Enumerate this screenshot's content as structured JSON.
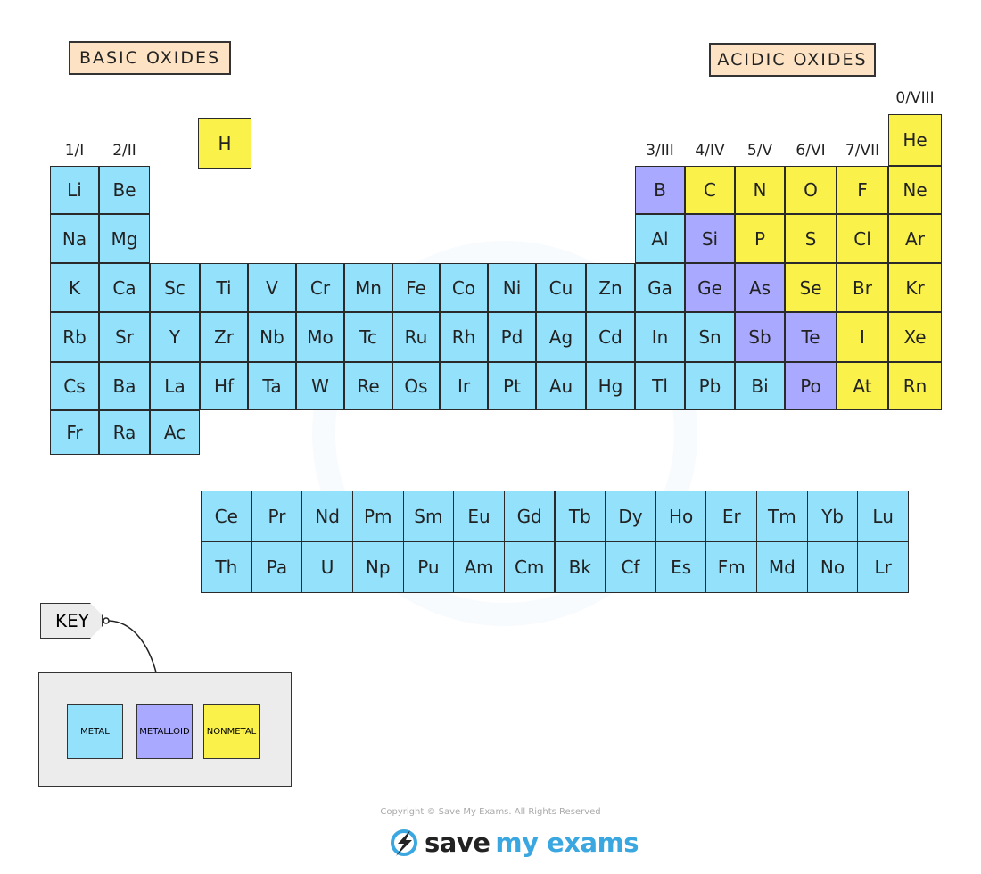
{
  "labels": {
    "basic": "BASIC OXIDES",
    "acidic": "ACIDIC OXIDES"
  },
  "group_labels": [
    {
      "text": "1/I",
      "col": 1
    },
    {
      "text": "2/II",
      "col": 2
    },
    {
      "text": "3/III",
      "col": 13
    },
    {
      "text": "4/IV",
      "col": 14
    },
    {
      "text": "5/V",
      "col": 15
    },
    {
      "text": "6/VI",
      "col": 16
    },
    {
      "text": "7/VII",
      "col": 17
    },
    {
      "text": "0/VIII",
      "col": 18
    }
  ],
  "hydrogen": {
    "s": "H",
    "t": "nonmetal"
  },
  "main_rows": [
    [
      null,
      null,
      null,
      null,
      null,
      null,
      null,
      null,
      null,
      null,
      null,
      null,
      null,
      null,
      null,
      null,
      null,
      {
        "s": "He",
        "t": "nonmetal"
      }
    ],
    [
      {
        "s": "Li",
        "t": "metal"
      },
      {
        "s": "Be",
        "t": "metal"
      },
      null,
      null,
      null,
      null,
      null,
      null,
      null,
      null,
      null,
      null,
      {
        "s": "B",
        "t": "metalloid"
      },
      {
        "s": "C",
        "t": "nonmetal"
      },
      {
        "s": "N",
        "t": "nonmetal"
      },
      {
        "s": "O",
        "t": "nonmetal"
      },
      {
        "s": "F",
        "t": "nonmetal"
      },
      {
        "s": "Ne",
        "t": "nonmetal"
      }
    ],
    [
      {
        "s": "Na",
        "t": "metal"
      },
      {
        "s": "Mg",
        "t": "metal"
      },
      null,
      null,
      null,
      null,
      null,
      null,
      null,
      null,
      null,
      null,
      {
        "s": "Al",
        "t": "metal"
      },
      {
        "s": "Si",
        "t": "metalloid"
      },
      {
        "s": "P",
        "t": "nonmetal"
      },
      {
        "s": "S",
        "t": "nonmetal"
      },
      {
        "s": "Cl",
        "t": "nonmetal"
      },
      {
        "s": "Ar",
        "t": "nonmetal"
      }
    ],
    [
      {
        "s": "K",
        "t": "metal"
      },
      {
        "s": "Ca",
        "t": "metal"
      },
      {
        "s": "Sc",
        "t": "metal"
      },
      {
        "s": "Ti",
        "t": "metal"
      },
      {
        "s": "V",
        "t": "metal"
      },
      {
        "s": "Cr",
        "t": "metal"
      },
      {
        "s": "Mn",
        "t": "metal"
      },
      {
        "s": "Fe",
        "t": "metal"
      },
      {
        "s": "Co",
        "t": "metal"
      },
      {
        "s": "Ni",
        "t": "metal"
      },
      {
        "s": "Cu",
        "t": "metal"
      },
      {
        "s": "Zn",
        "t": "metal"
      },
      {
        "s": "Ga",
        "t": "metal"
      },
      {
        "s": "Ge",
        "t": "metalloid"
      },
      {
        "s": "As",
        "t": "metalloid"
      },
      {
        "s": "Se",
        "t": "nonmetal"
      },
      {
        "s": "Br",
        "t": "nonmetal"
      },
      {
        "s": "Kr",
        "t": "nonmetal"
      }
    ],
    [
      {
        "s": "Rb",
        "t": "metal"
      },
      {
        "s": "Sr",
        "t": "metal"
      },
      {
        "s": "Y",
        "t": "metal"
      },
      {
        "s": "Zr",
        "t": "metal"
      },
      {
        "s": "Nb",
        "t": "metal"
      },
      {
        "s": "Mo",
        "t": "metal"
      },
      {
        "s": "Tc",
        "t": "metal"
      },
      {
        "s": "Ru",
        "t": "metal"
      },
      {
        "s": "Rh",
        "t": "metal"
      },
      {
        "s": "Pd",
        "t": "metal"
      },
      {
        "s": "Ag",
        "t": "metal"
      },
      {
        "s": "Cd",
        "t": "metal"
      },
      {
        "s": "In",
        "t": "metal"
      },
      {
        "s": "Sn",
        "t": "metal"
      },
      {
        "s": "Sb",
        "t": "metalloid"
      },
      {
        "s": "Te",
        "t": "metalloid"
      },
      {
        "s": "I",
        "t": "nonmetal"
      },
      {
        "s": "Xe",
        "t": "nonmetal"
      }
    ],
    [
      {
        "s": "Cs",
        "t": "metal"
      },
      {
        "s": "Ba",
        "t": "metal"
      },
      {
        "s": "La",
        "t": "metal"
      },
      {
        "s": "Hf",
        "t": "metal"
      },
      {
        "s": "Ta",
        "t": "metal"
      },
      {
        "s": "W",
        "t": "metal"
      },
      {
        "s": "Re",
        "t": "metal"
      },
      {
        "s": "Os",
        "t": "metal"
      },
      {
        "s": "Ir",
        "t": "metal"
      },
      {
        "s": "Pt",
        "t": "metal"
      },
      {
        "s": "Au",
        "t": "metal"
      },
      {
        "s": "Hg",
        "t": "metal"
      },
      {
        "s": "Tl",
        "t": "metal"
      },
      {
        "s": "Pb",
        "t": "metal"
      },
      {
        "s": "Bi",
        "t": "metal"
      },
      {
        "s": "Po",
        "t": "metalloid"
      },
      {
        "s": "At",
        "t": "nonmetal"
      },
      {
        "s": "Rn",
        "t": "nonmetal"
      }
    ],
    [
      {
        "s": "Fr",
        "t": "metal"
      },
      {
        "s": "Ra",
        "t": "metal"
      },
      {
        "s": "Ac",
        "t": "metal"
      },
      null,
      null,
      null,
      null,
      null,
      null,
      null,
      null,
      null,
      null,
      null,
      null,
      null,
      null,
      null
    ]
  ],
  "f_rows": [
    [
      "Ce",
      "Pr",
      "Nd",
      "Pm",
      "Sm",
      "Eu",
      "Gd",
      "Tb",
      "Dy",
      "Ho",
      "Er",
      "Tm",
      "Yb",
      "Lu"
    ],
    [
      "Th",
      "Pa",
      "U",
      "Np",
      "Pu",
      "Am",
      "Cm",
      "Bk",
      "Cf",
      "Es",
      "Fm",
      "Md",
      "No",
      "Lr"
    ]
  ],
  "f_type": "metal",
  "key": {
    "tag": "KEY",
    "items": [
      {
        "label": "METAL",
        "t": "metal"
      },
      {
        "label": "METALLOID",
        "t": "metalloid"
      },
      {
        "label": "NONMETAL",
        "t": "nonmetal"
      }
    ]
  },
  "footer": {
    "copyright": "Copyright © Save My Exams. All Rights Reserved",
    "logo_a": "save",
    "logo_b": "my exams"
  }
}
